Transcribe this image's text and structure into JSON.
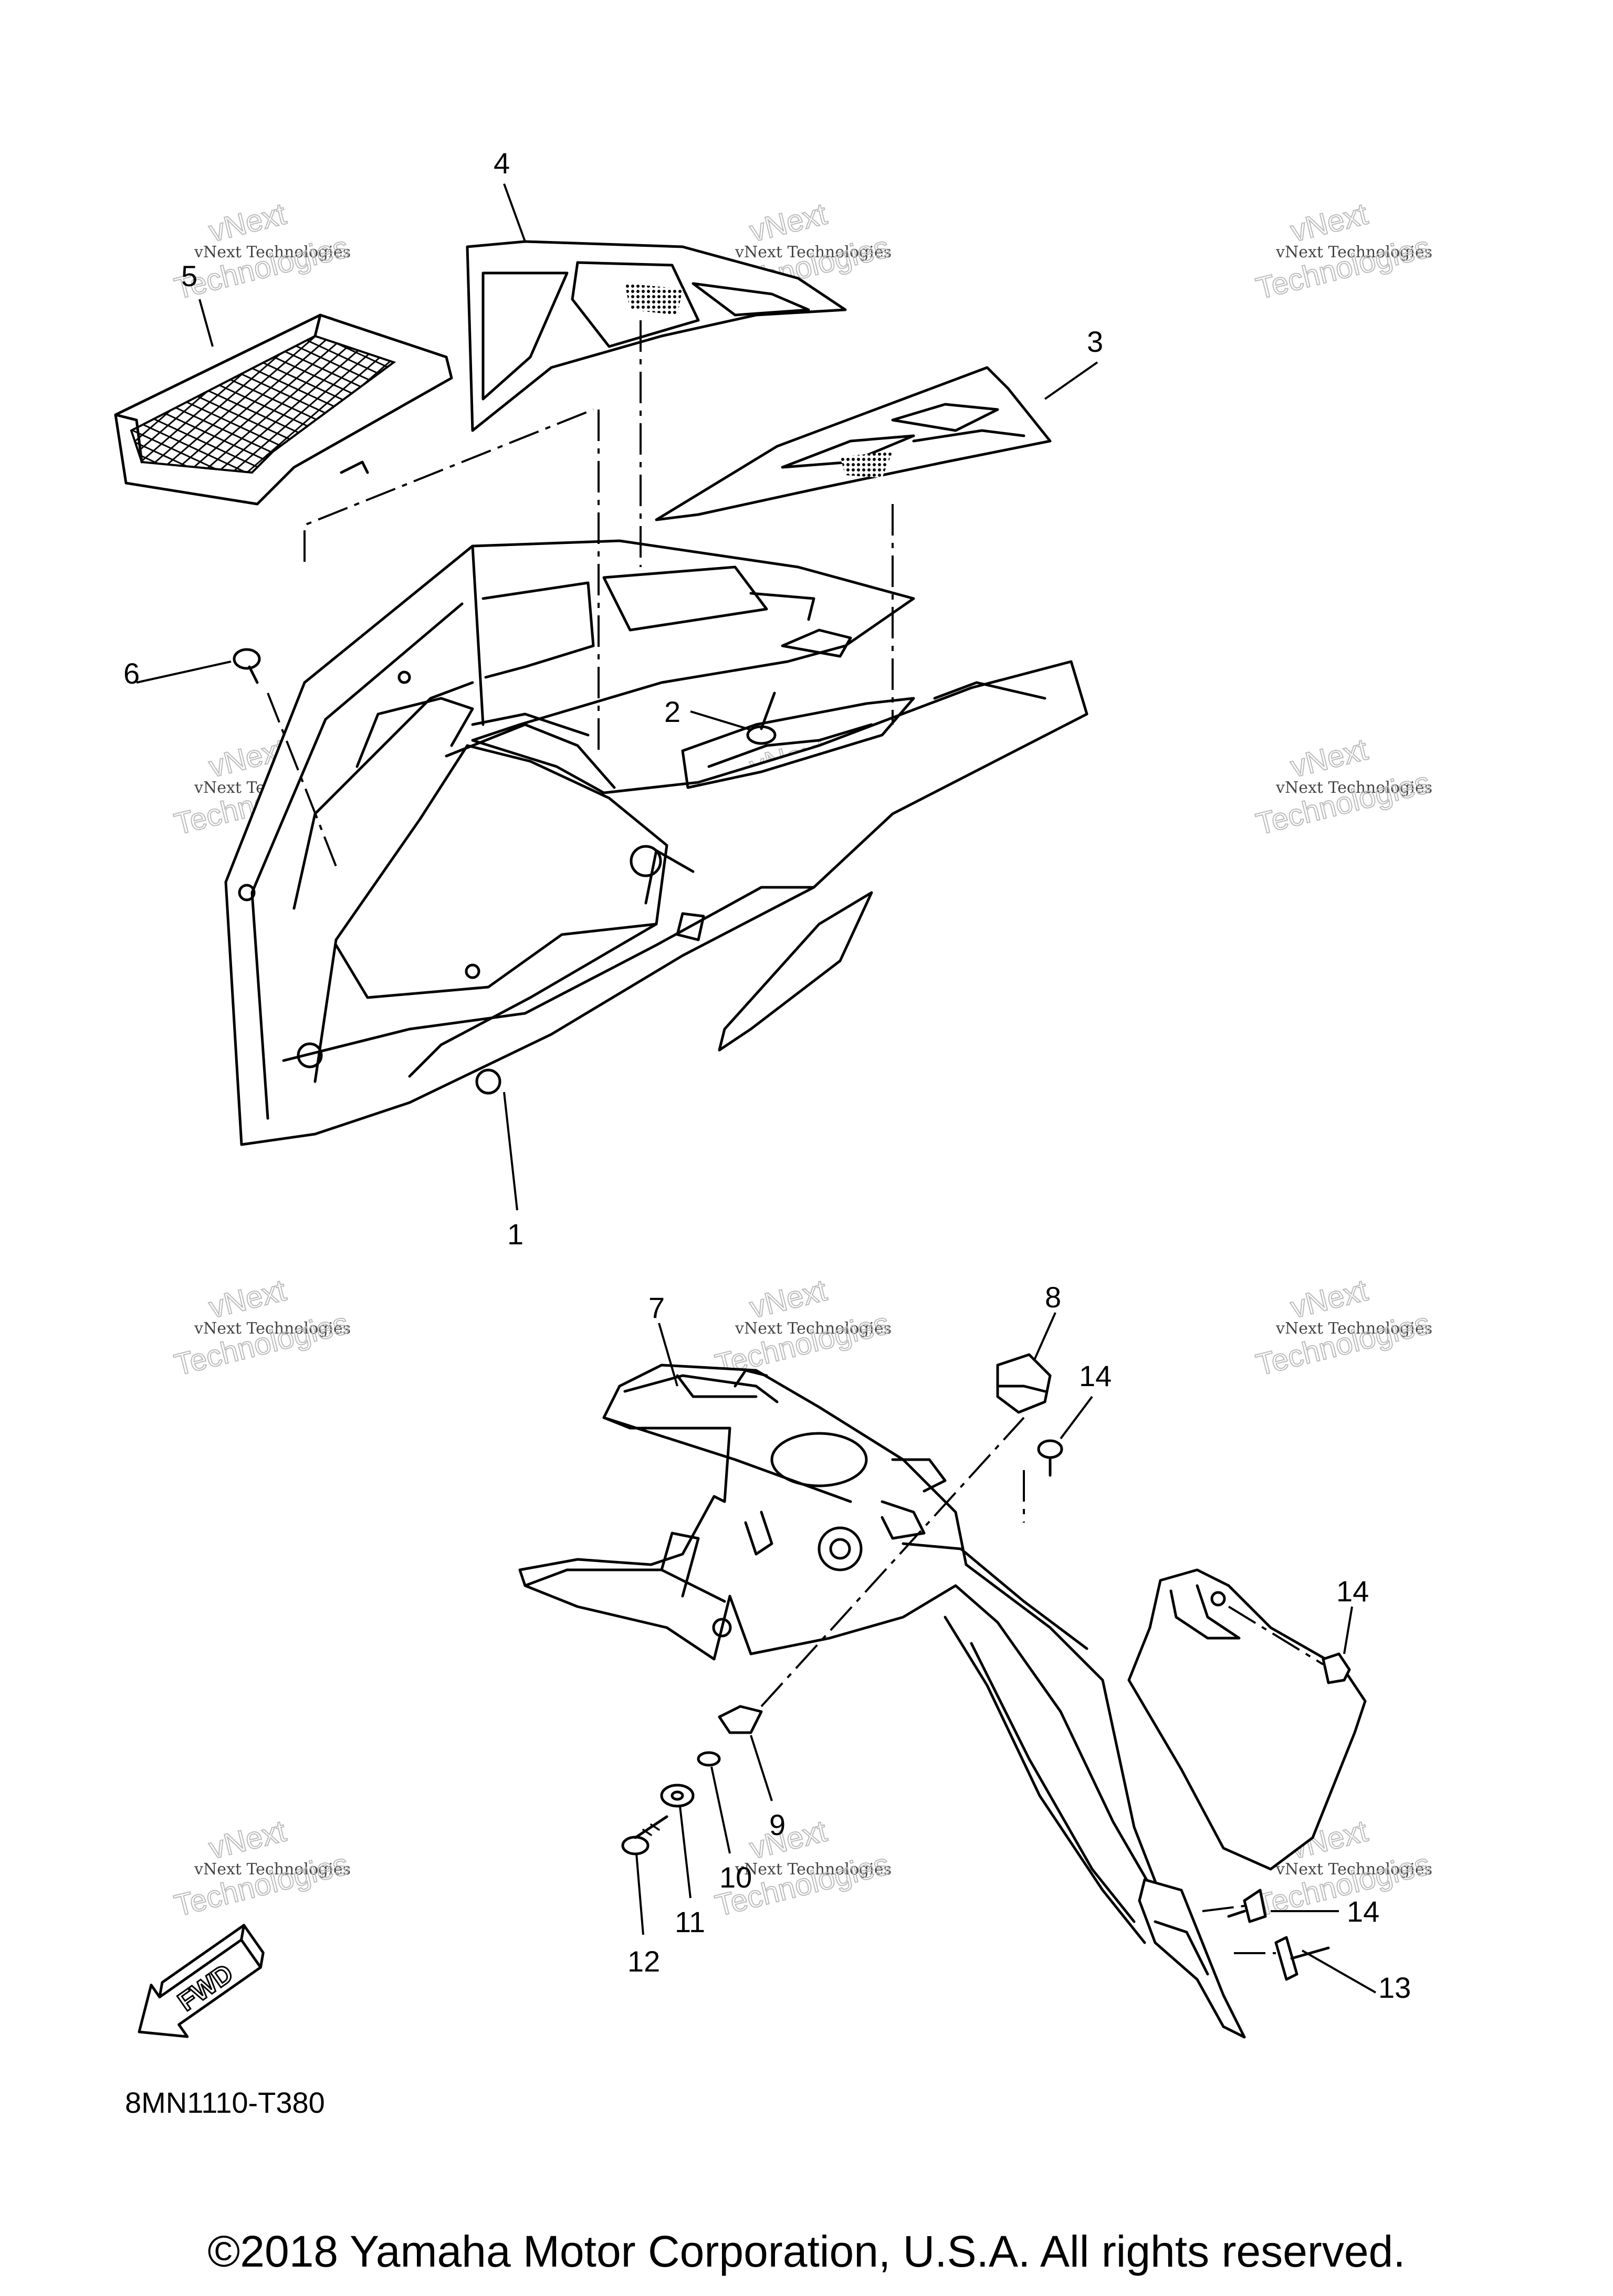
{
  "callouts": [
    "1",
    "2",
    "3",
    "4",
    "5",
    "6",
    "7",
    "8",
    "14",
    "14",
    "9",
    "10",
    "11",
    "12",
    "14",
    "13"
  ],
  "watermark": {
    "line1": "vNext Technologies",
    "line2": "vNext",
    "line3": "Technologies"
  },
  "fwd_label": "FWD",
  "diagram_code": "8MN1110-T380",
  "copyright": "©2018 Yamaha Motor Corporation, U.S.A. All rights reserved."
}
